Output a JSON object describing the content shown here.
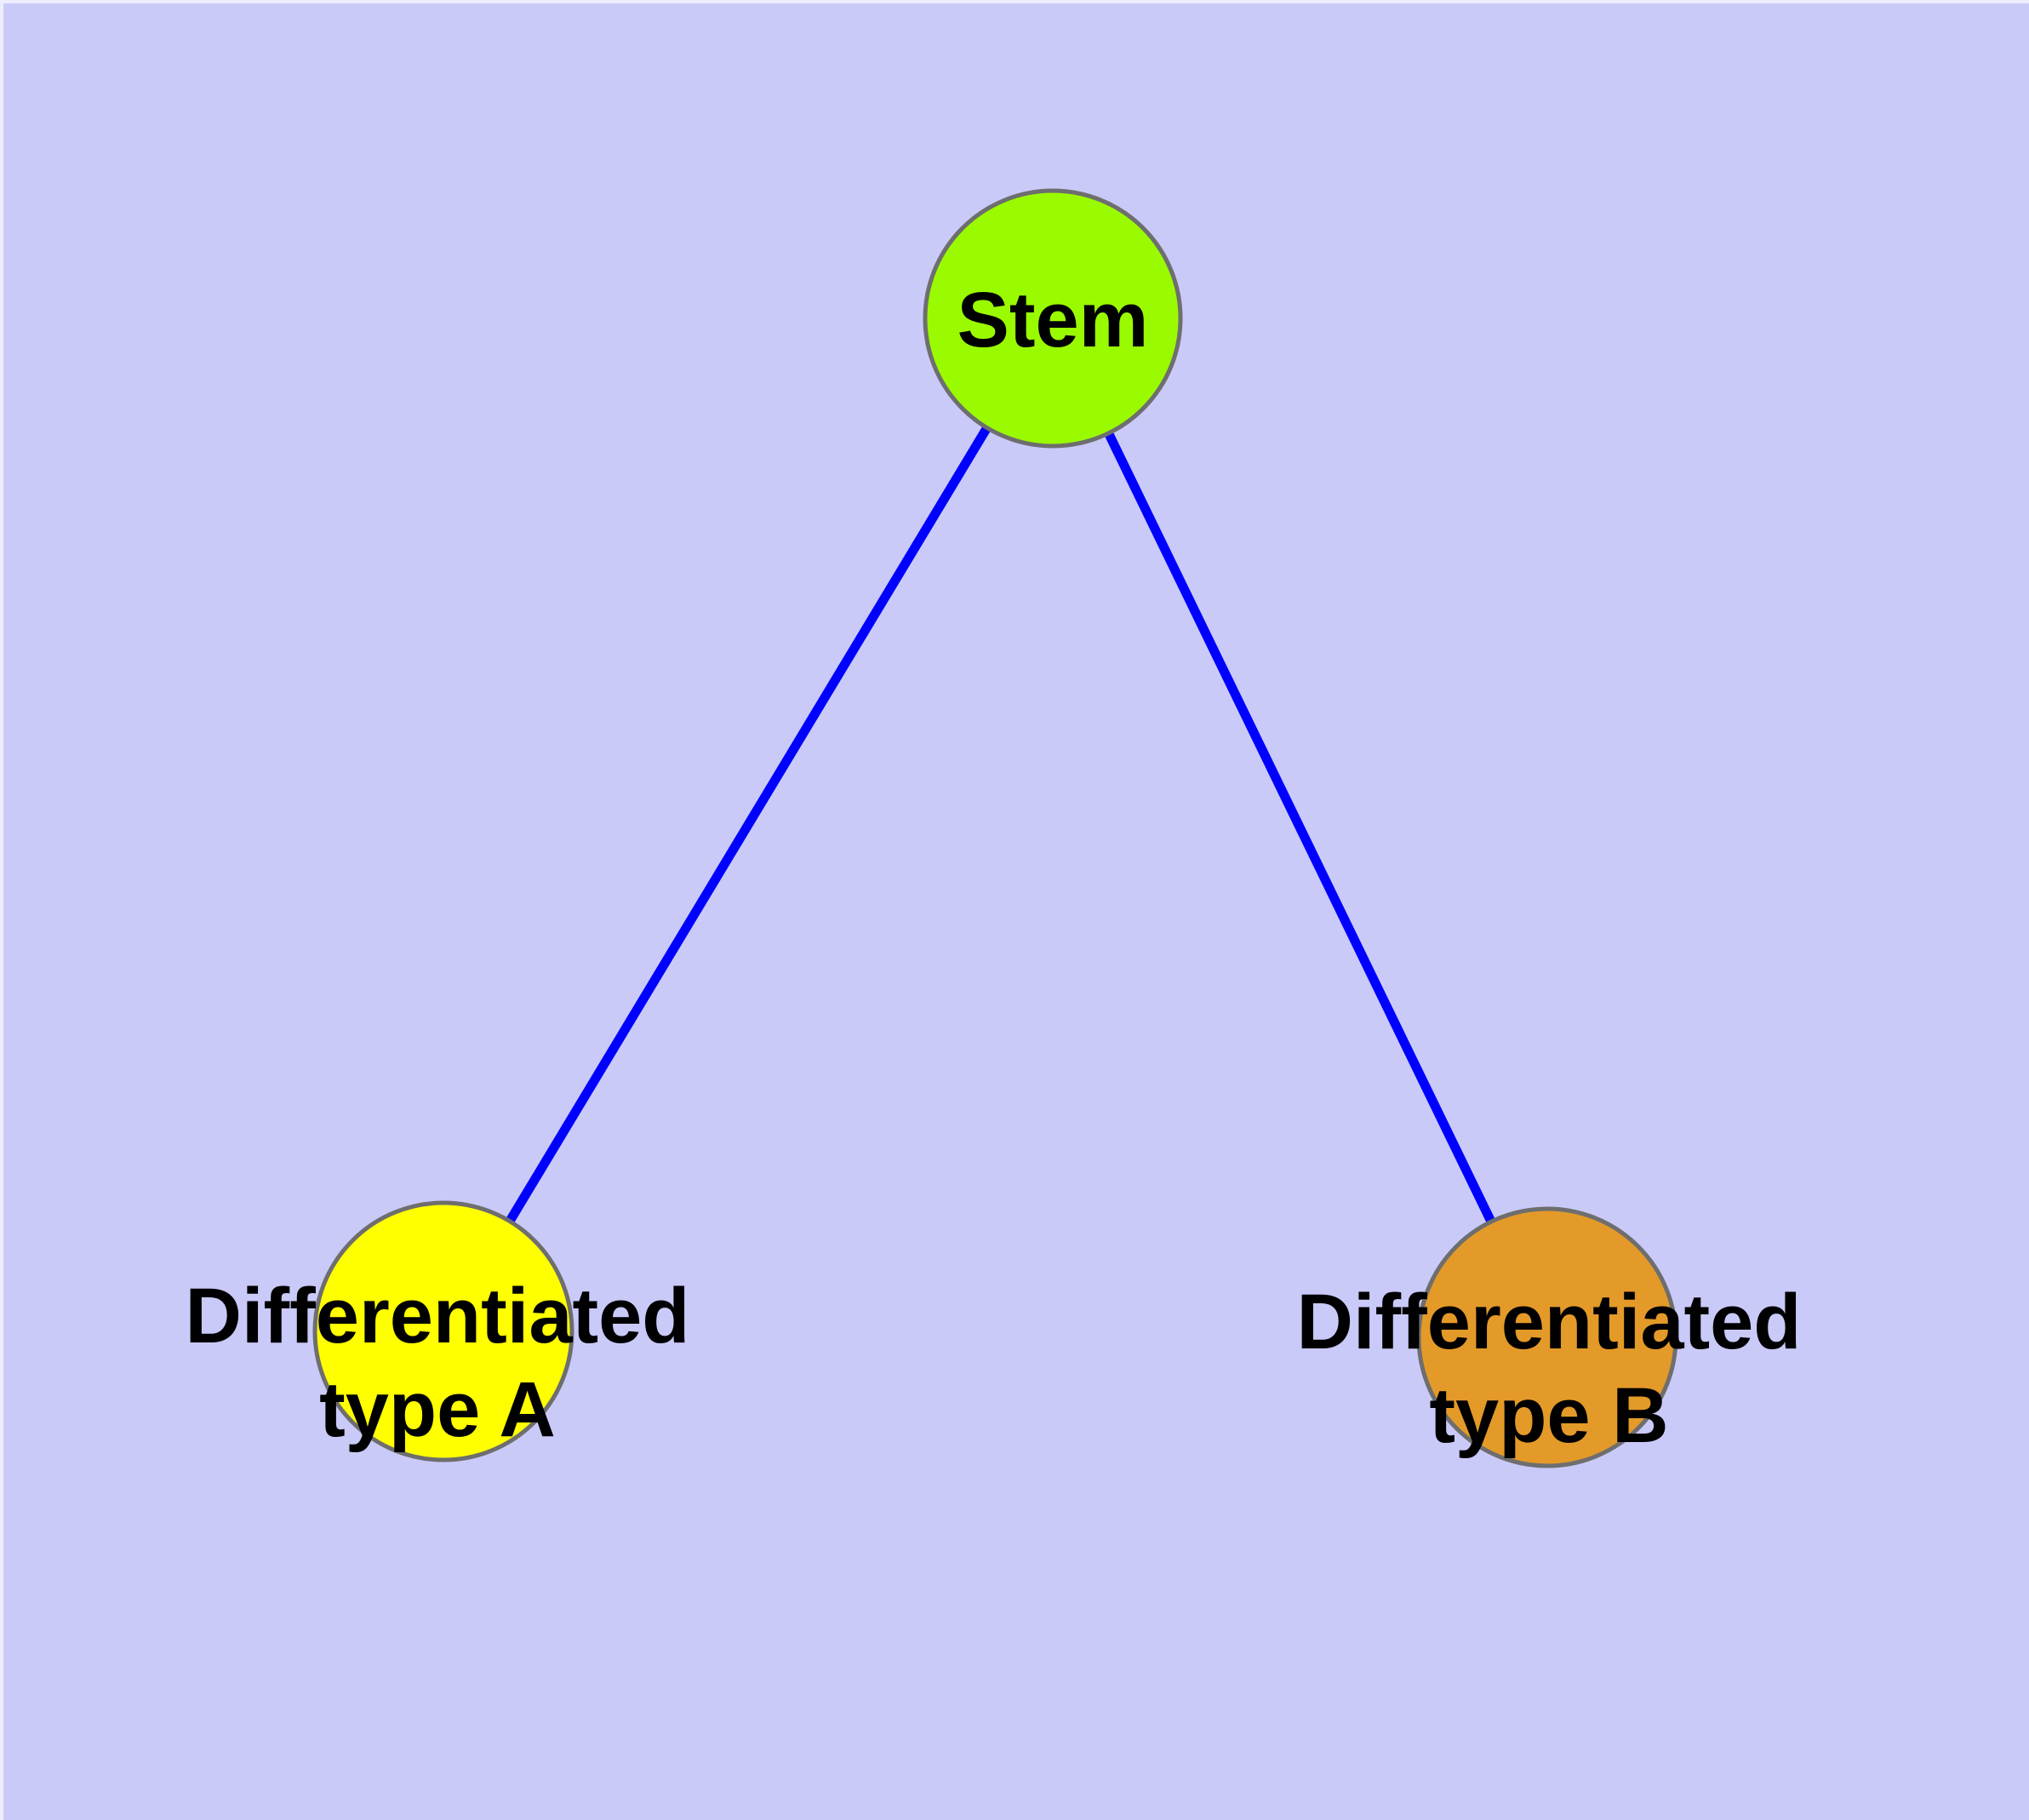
{
  "diagram": {
    "type": "graph",
    "background_color": "#cacaf9",
    "edge_color": "#0000ff",
    "node_border_color": "#6e6e6e",
    "label_color": "#000000",
    "nodes": [
      {
        "id": "stem",
        "label": "Stem",
        "label_lines": [
          "Stem"
        ],
        "fill": "#9afb00"
      },
      {
        "id": "differentiated-type-a",
        "label": "Differentiated type A",
        "label_lines": [
          "Differentiated",
          "type A"
        ],
        "fill": "#ffff00"
      },
      {
        "id": "differentiated-type-b",
        "label": "Differentiated type B",
        "label_lines": [
          "Differentiated",
          "type B"
        ],
        "fill": "#e49a28"
      }
    ],
    "edges": [
      {
        "from": "stem",
        "to": "differentiated-type-a"
      },
      {
        "from": "stem",
        "to": "differentiated-type-b"
      }
    ]
  }
}
